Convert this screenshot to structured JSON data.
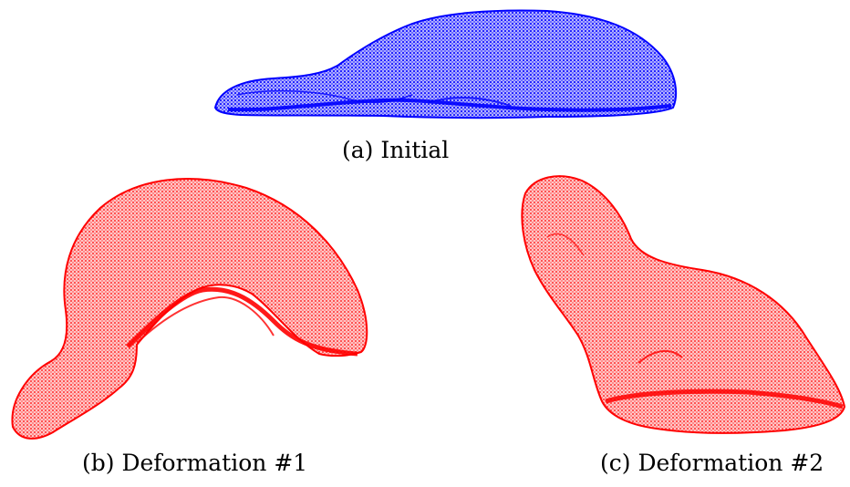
{
  "figure": {
    "panels": [
      {
        "label": "(a)",
        "caption": "Initial",
        "mesh_color": "#0000ff",
        "view": "initial mesh, side view"
      },
      {
        "label": "(b)",
        "caption": "Deformation #1",
        "mesh_color": "#ff0000",
        "view": "deformed mesh, arched shape"
      },
      {
        "label": "(c)",
        "caption": "Deformation #2",
        "mesh_color": "#ff0000",
        "view": "deformed mesh, bent shape"
      }
    ]
  }
}
